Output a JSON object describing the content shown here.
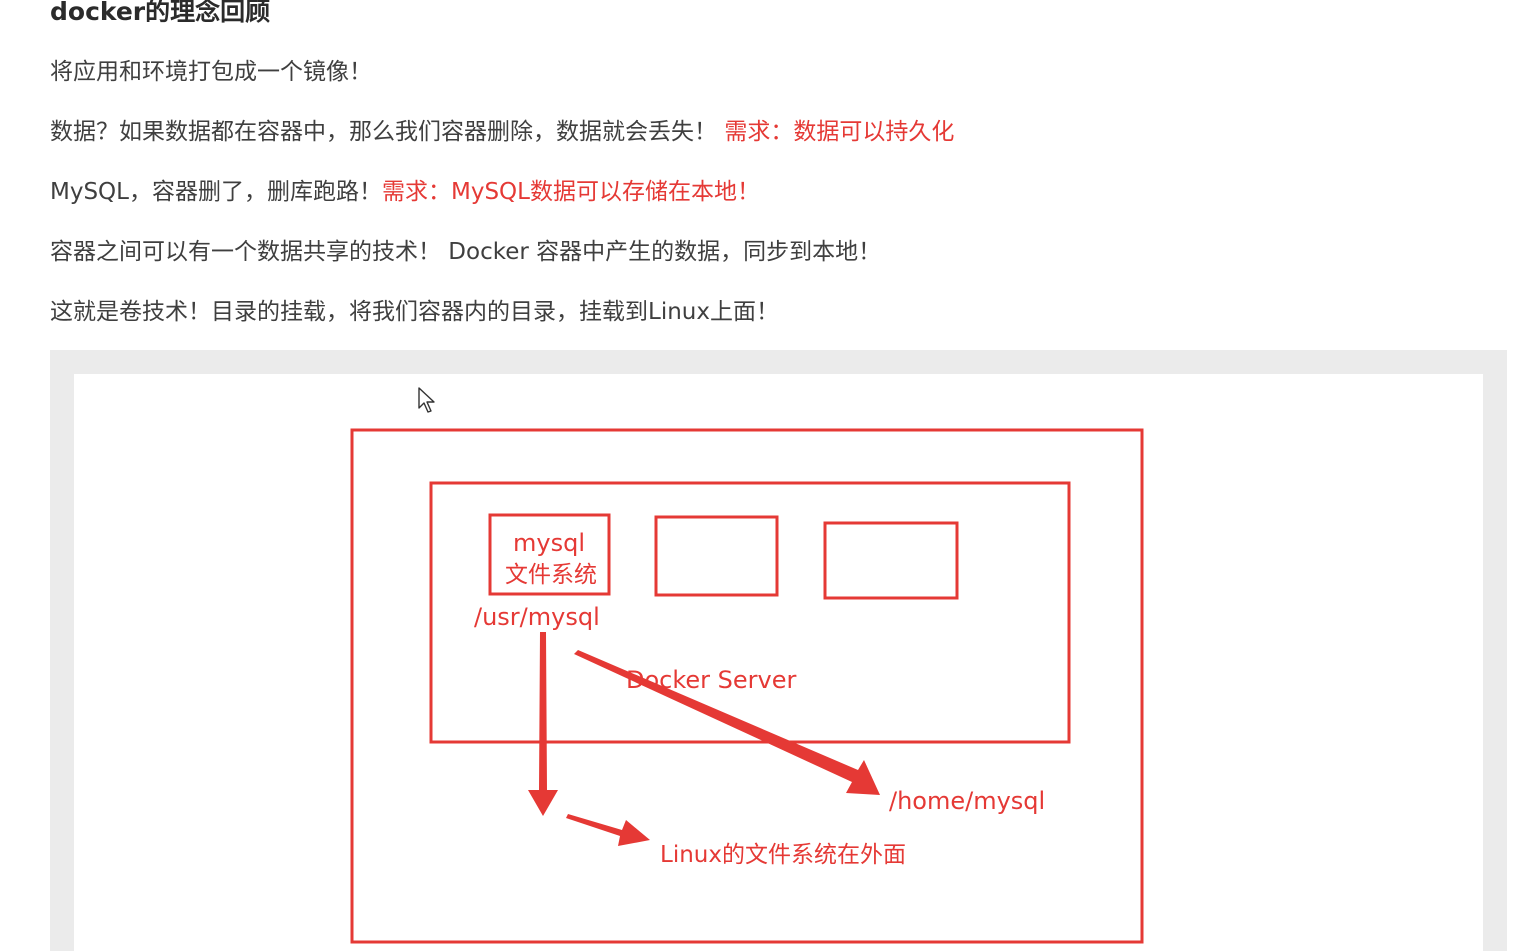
{
  "doc": {
    "heading": "docker的理念回顾",
    "paragraphs": {
      "p1": "将应用和环境打包成一个镜像！",
      "p2_plain": "数据？如果数据都在容器中，那么我们容器删除，数据就会丢失！ ",
      "p2_red": "需求：数据可以持久化",
      "p3_plain": "MySQL，容器删了，删库跑路！",
      "p3_red": "需求：MySQL数据可以存储在本地！",
      "p4": "容器之间可以有一个数据共享的技术！ Docker 容器中产生的数据，同步到本地！",
      "p5": "这就是卷技术！目录的挂载，将我们容器内的目录，挂载到Linux上面！"
    }
  },
  "diagram": {
    "container_label_line1": "mysql",
    "container_label_line2": "文件系统",
    "container_path": "/usr/mysql",
    "server_label": "Docker Server",
    "host_path": "/home/mysql",
    "host_fs_label": "Linux的文件系统在外面",
    "stroke_color": "#e53935"
  }
}
